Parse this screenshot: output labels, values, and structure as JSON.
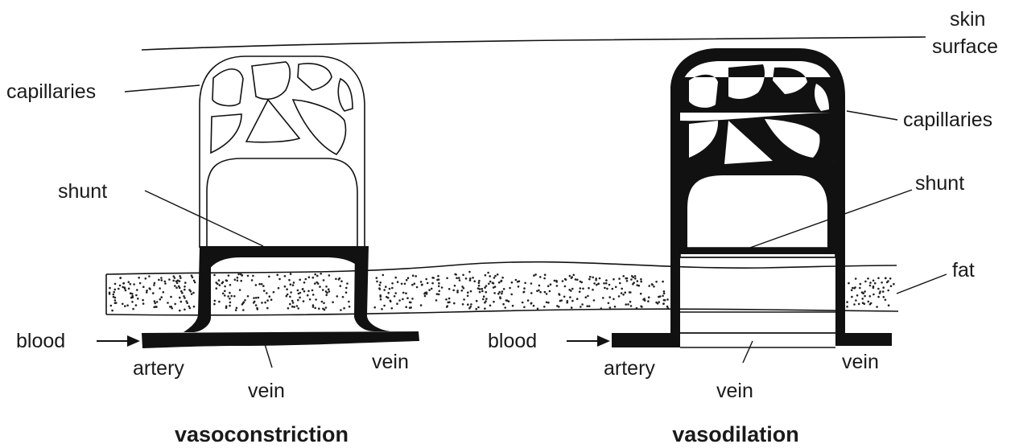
{
  "labels": {
    "skin": "skin",
    "surface": "surface",
    "capillaries_left": "capillaries",
    "capillaries_right": "capillaries",
    "shunt_left": "shunt",
    "shunt_right": "shunt",
    "fat": "fat",
    "blood_left": "blood",
    "blood_right": "blood",
    "artery_left": "artery",
    "artery_right": "artery",
    "vein_left_bottom": "vein",
    "vein_left_side": "vein",
    "vein_right_bottom": "vein",
    "vein_right_side": "vein"
  },
  "captions": {
    "left": "vasoconstriction",
    "right": "vasodilation"
  },
  "colors": {
    "ink": "#111111",
    "background": "#ffffff"
  }
}
